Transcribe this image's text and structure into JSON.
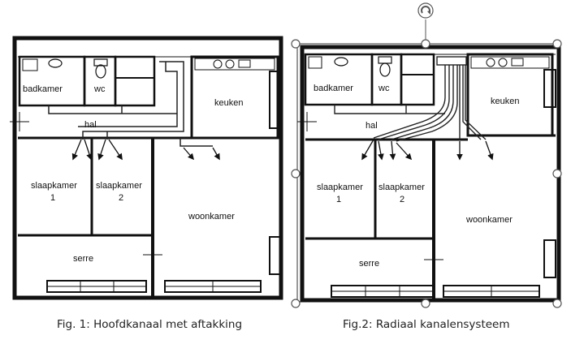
{
  "figures": [
    {
      "id": "fig1",
      "caption": "Fig. 1: Hoofdkanaal met aftakking",
      "rooms": {
        "badkamer": "badkamer",
        "wc": "wc",
        "keuken": "keuken",
        "hal": "hal",
        "slaapkamer1_line1": "slaapkamer",
        "slaapkamer1_line2": "1",
        "slaapkamer2_line1": "slaapkamer",
        "slaapkamer2_line2": "2",
        "woonkamer": "woonkamer",
        "serre": "serre"
      }
    },
    {
      "id": "fig2",
      "caption": "Fig.2: Radiaal kanalensysteem",
      "rooms": {
        "badkamer": "badkamer",
        "wc": "wc",
        "keuken": "keuken",
        "hal": "hal",
        "slaapkamer1_line1": "slaapkamer",
        "slaapkamer1_line2": "1",
        "slaapkamer2_line1": "slaapkamer",
        "slaapkamer2_line2": "2",
        "woonkamer": "woonkamer",
        "serre": "serre"
      }
    }
  ],
  "colors": {
    "wall": "#111111",
    "duct": "#222222",
    "handle": "#555555"
  },
  "icons": {
    "rotate_handle": "rotate-icon"
  }
}
